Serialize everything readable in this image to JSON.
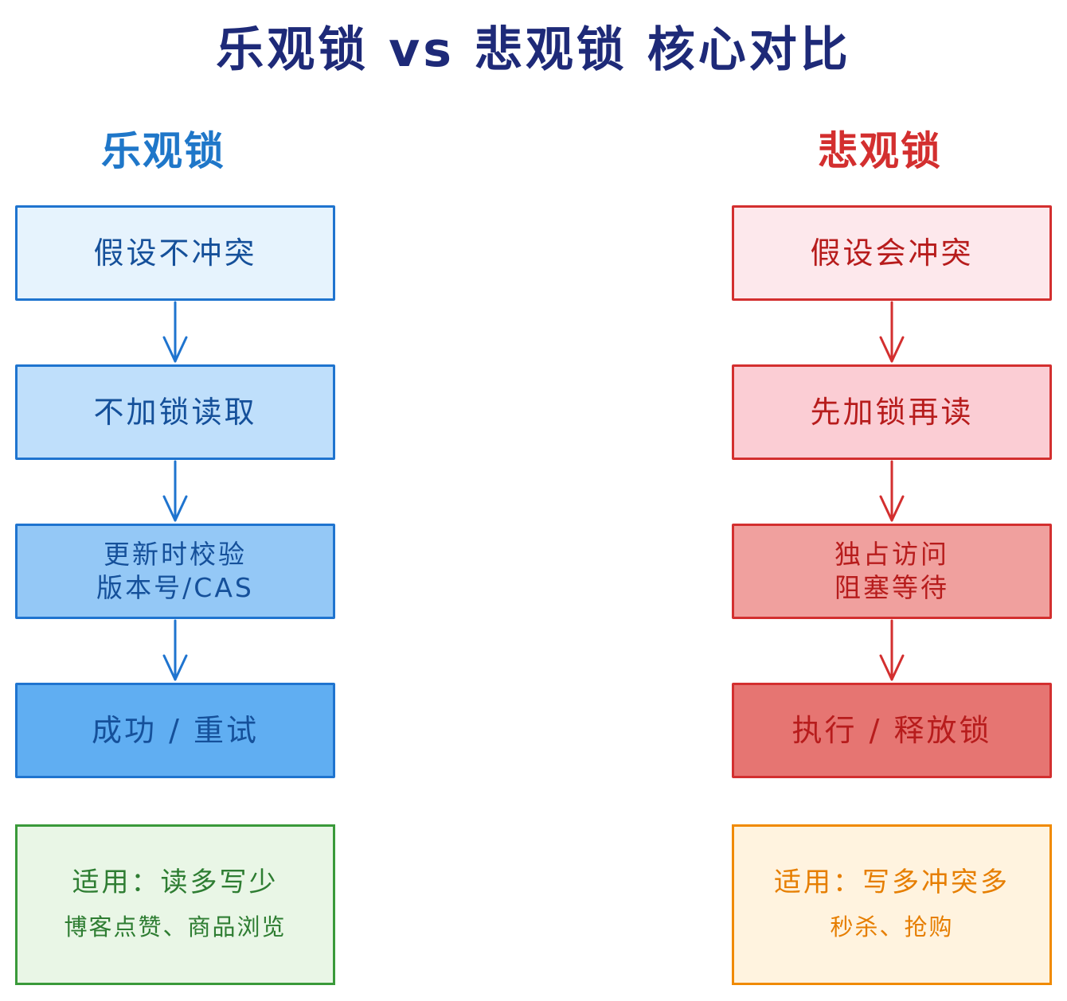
{
  "title": "乐观锁 vs 悲观锁 核心对比",
  "optimistic": {
    "heading": "乐观锁",
    "steps": [
      {
        "lines": [
          "假设不冲突"
        ]
      },
      {
        "lines": [
          "不加锁读取"
        ]
      },
      {
        "lines": [
          "更新时校验",
          "版本号/CAS"
        ]
      },
      {
        "lines": [
          "成功 / 重试"
        ]
      }
    ],
    "usage": {
      "line1": "适用：读多写少",
      "line2": "博客点赞、商品浏览"
    }
  },
  "pessimistic": {
    "heading": "悲观锁",
    "steps": [
      {
        "lines": [
          "假设会冲突"
        ]
      },
      {
        "lines": [
          "先加锁再读"
        ]
      },
      {
        "lines": [
          "独占访问",
          "阻塞等待"
        ]
      },
      {
        "lines": [
          "执行 / 释放锁"
        ]
      }
    ],
    "usage": {
      "line1": "适用：写多冲突多",
      "line2": "秒杀、抢购"
    }
  },
  "colors": {
    "title": "#1e2a78",
    "optimistic_accent": "#1f74cf",
    "pessimistic_accent": "#d32f2f",
    "optimistic_usage": "#3a9a3a",
    "pessimistic_usage": "#f08a00"
  }
}
